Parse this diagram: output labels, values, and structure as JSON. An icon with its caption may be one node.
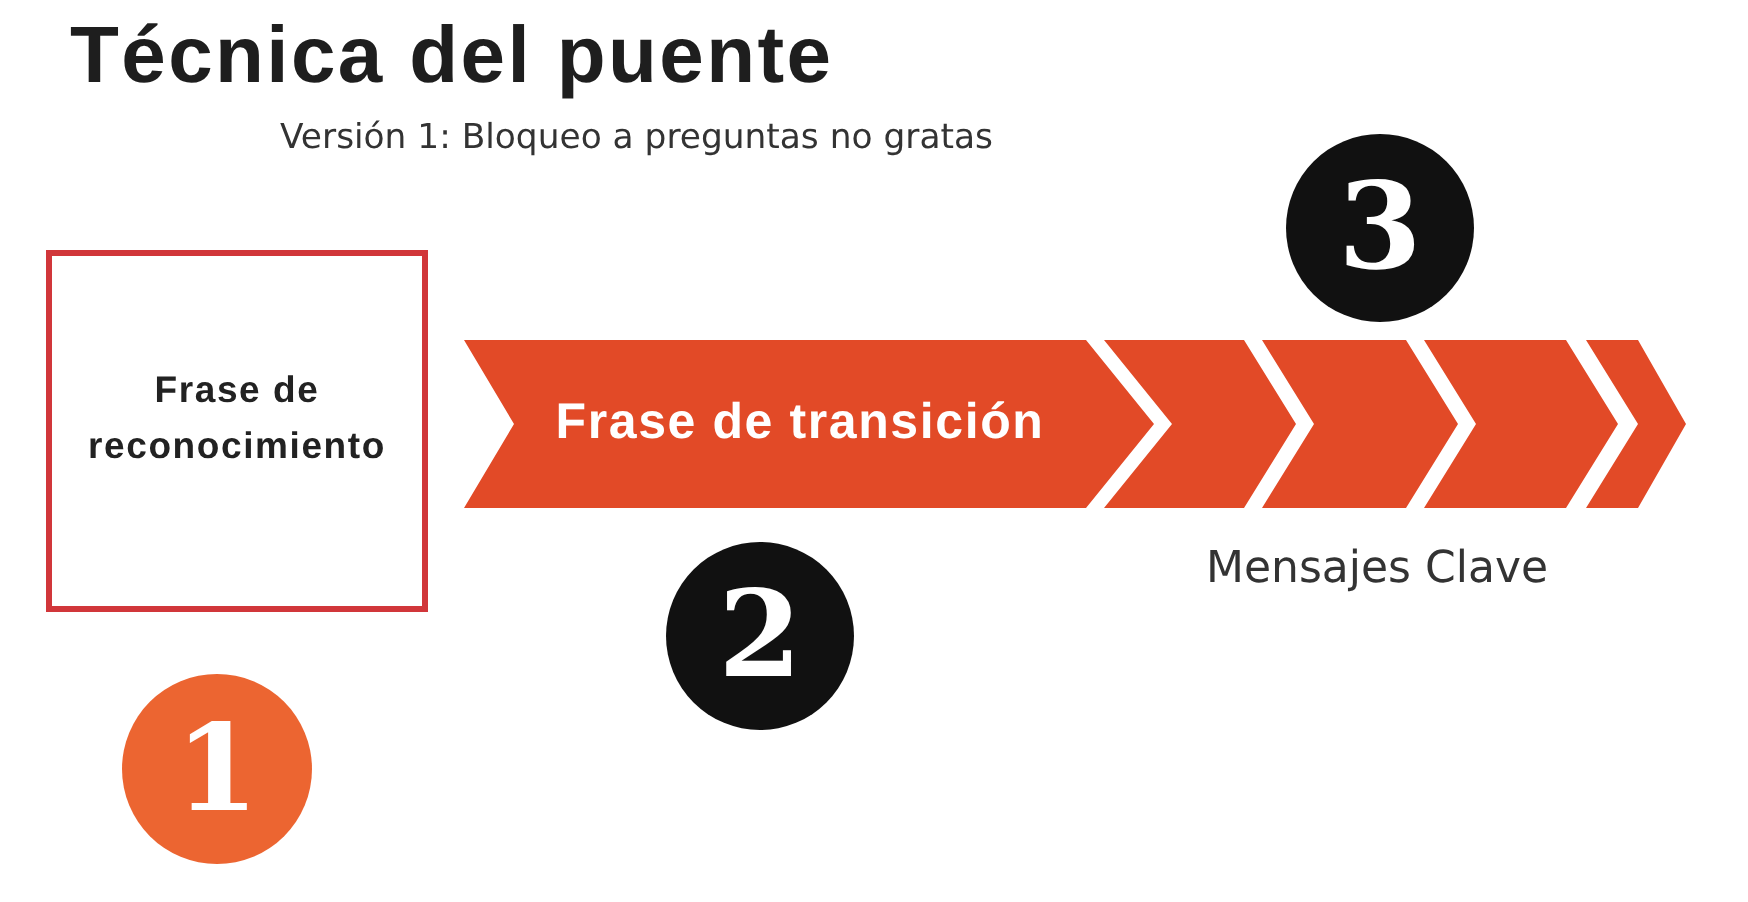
{
  "diagram": {
    "title": "Técnica del puente",
    "nodes": [
      {
        "text": [
          "Frase de reconocimiento"
        ]
      },
      {
        "text": [
          "Frase de transición"
        ]
      },
      {
        "text": [],
        "shape": "chevron"
      },
      {
        "text": [],
        "shape": "chevron"
      },
      {
        "text": [],
        "shape": "chevron"
      },
      {
        "text": [],
        "shape": "chevron"
      },
      {
        "text": [
          "1"
        ]
      },
      {
        "text": [
          "2"
        ]
      },
      {
        "text": [
          "3"
        ]
      }
    ],
    "labels": [
      "Versión 1: Bloqueo a preguntas no gratas",
      "Mensajes Clave"
    ]
  }
}
